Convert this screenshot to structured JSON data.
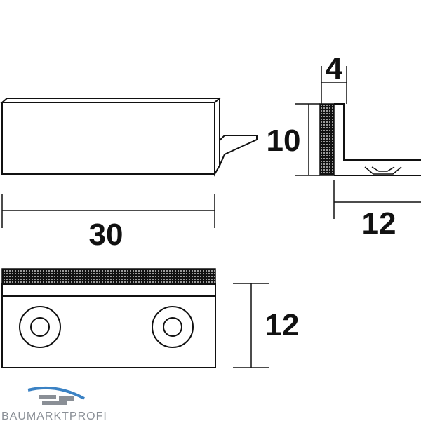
{
  "dimensions": {
    "length": "30",
    "height": "10",
    "thickness": "4",
    "width_side": "12",
    "width_top": "12"
  },
  "logo": {
    "text": "BAUMARKTPROFI",
    "colors": {
      "primary": "#3b82c4",
      "secondary": "#8a8f96"
    }
  },
  "colors": {
    "line": "#111111",
    "background": "#ffffff"
  }
}
